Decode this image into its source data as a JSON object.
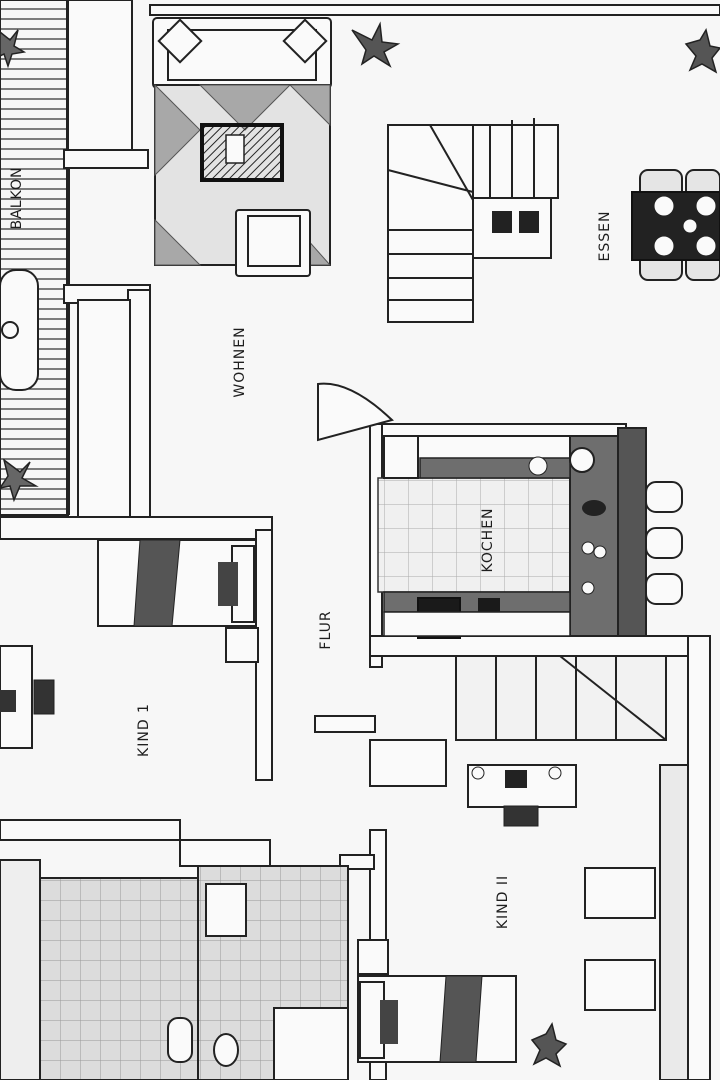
{
  "floorplan": {
    "rooms": {
      "balkon": "BALKON",
      "wohnen": "WOHNEN",
      "essen": "ESSEN",
      "kochen": "KOCHEN",
      "flur": "FLUR",
      "kind1": "KIND 1",
      "kind2": "KIND II"
    },
    "colors": {
      "background": "#f7f7f7",
      "wall": "#222222",
      "furniture_dark": "#3a3a3a",
      "counter": "#6e6e6e",
      "floor_tile": "#dedede"
    }
  }
}
